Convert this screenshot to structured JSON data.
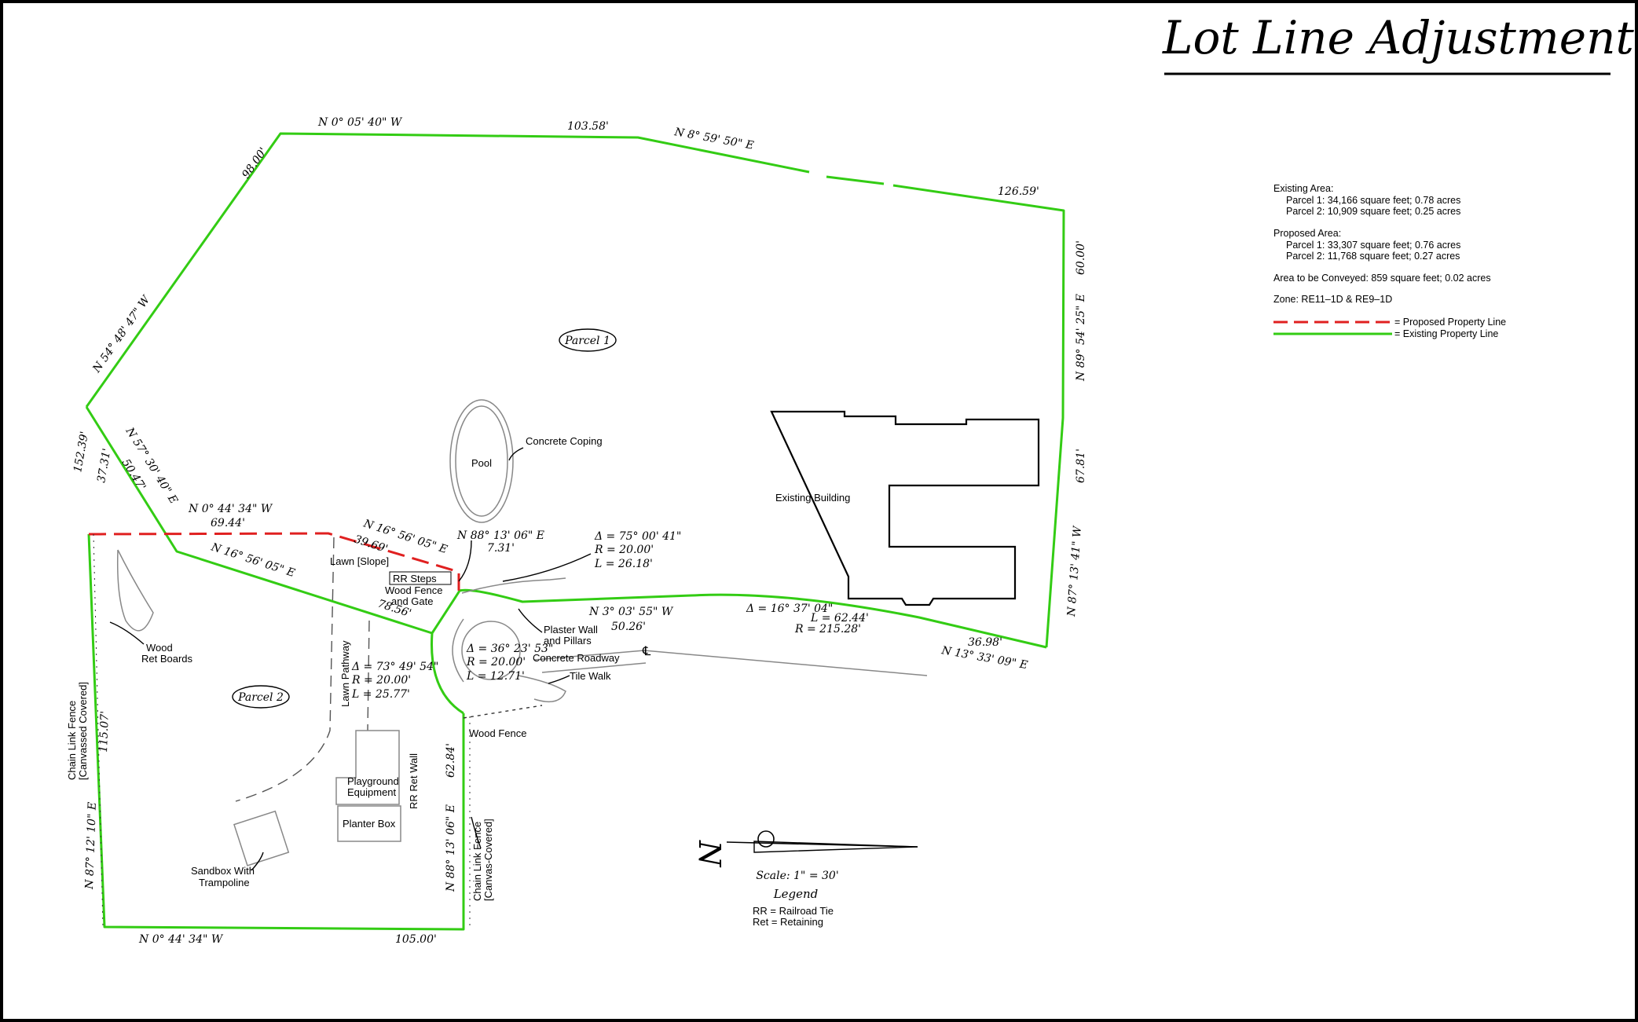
{
  "title": "Lot Line Adjustment",
  "summary": {
    "existing_heading": "Existing Area:",
    "existing_p1": "Parcel 1:  34,166 square feet;  0.78 acres",
    "existing_p2": "Parcel 2:  10,909 square feet;  0.25 acres",
    "proposed_heading": "Proposed Area:",
    "proposed_p1": "Parcel 1:  33,307 square feet;  0.76 acres",
    "proposed_p2": "Parcel 2:  11,768 square feet;  0.27 acres",
    "conveyed": "Area to be Conveyed:  859 square feet;  0.02 acres",
    "zone": "Zone:  RE11–1D & RE9–1D"
  },
  "line_legend": {
    "proposed": "= Proposed Property Line",
    "existing": "= Existing Property Line",
    "colors": {
      "proposed": "#e02020",
      "existing": "#33cc14"
    }
  },
  "parcels": {
    "p1": "Parcel 1",
    "p2": "Parcel 2"
  },
  "dims": {
    "top_left_brg": "N 0° 05' 40\" W",
    "top_left_len": "103.58'",
    "top_right_brg": "N 8° 59' 50\" E",
    "top_right_len": "126.59'",
    "nw_len": "98.00'",
    "nw_brg": "N 54° 48' 47\" W",
    "east_top_len": "60.00'",
    "east_mid_brg": "N 89° 54' 25\" E",
    "east_mid_len": "67.81'",
    "east_low_brg": "N 87° 13' 41\" W",
    "se_len": "36.98'",
    "se_brg": "N 13° 33' 09\" E",
    "west_top_len": "152.39'",
    "west_sub_len": "37.31'",
    "diag_brg": "N 57° 30' 40\" E",
    "diag_len": "50.47'",
    "prop_brg": "N 0° 44' 34\" W",
    "prop_len": "69.44'",
    "prop2_brg": "N 16° 56' 05\" E",
    "prop2_len": "39.69'",
    "lower_brg": "N 16° 56' 05\" E",
    "lower_len": "78.56'",
    "short_brg": "N 88° 13' 06\" E",
    "short_len": "7.31'",
    "curve1_delta": "Δ = 75° 00' 41\"",
    "curve1_r": "R = 20.00'",
    "curve1_l": "L = 26.18'",
    "road_brg": "N 3° 03' 55\" W",
    "road_len": "50.26'",
    "curve2_delta": "Δ = 16° 37' 04\"",
    "curve2_l": "L = 62.44'",
    "curve2_r": "R = 215.28'",
    "curve3_delta": "Δ = 36° 23' 53\"",
    "curve3_r": "R = 20.00'",
    "curve3_l": "L = 12.71'",
    "curve4_delta": "Δ = 73° 49' 54\"",
    "curve4_r": "R = 20.00'",
    "curve4_l": "L = 25.77'",
    "west_len": "115.07'",
    "west_brg": "N 87° 12' 10\" E",
    "bottom_brg": "N 0° 44' 34\" W",
    "bottom_len": "105.00'",
    "p2_east_len": "62.84'",
    "p2_east_brg": "N 88° 13' 06\" E"
  },
  "features": {
    "pool": "Pool",
    "coping": "Concrete Coping",
    "building": "Existing Building",
    "lawn_slope": "Lawn [Slope]",
    "rr_steps": "RR Steps",
    "wood_fence_gate_1": "Wood Fence",
    "wood_fence_gate_2": "and Gate",
    "plaster_1": "Plaster Wall",
    "plaster_2": "and Pillars",
    "roadway": "Concrete Roadway",
    "centerline": "℄",
    "tile_walk": "Tile Walk",
    "wood_fence": "Wood Fence",
    "wood_ret_1": "Wood",
    "wood_ret_2": "Ret Boards",
    "lawn_pathway": "Lawn Pathway",
    "playground_1": "Playground",
    "playground_2": "Equipment",
    "rr_ret_wall": "RR Ret Wall",
    "planter": "Planter Box",
    "sandbox_1": "Sandbox With",
    "sandbox_2": "Trampoline",
    "chain_w_1": "Chain Link Fence",
    "chain_w_2": "[Canvassed Covered]",
    "chain_e_1": "Chain Link Fence",
    "chain_e_2": "[Canvas-Covered]"
  },
  "north": {
    "label": "N"
  },
  "scale": "Scale: 1\" = 30'",
  "legend": {
    "heading": "Legend",
    "rr": "RR = Railroad Tie",
    "ret": "Ret = Retaining"
  }
}
